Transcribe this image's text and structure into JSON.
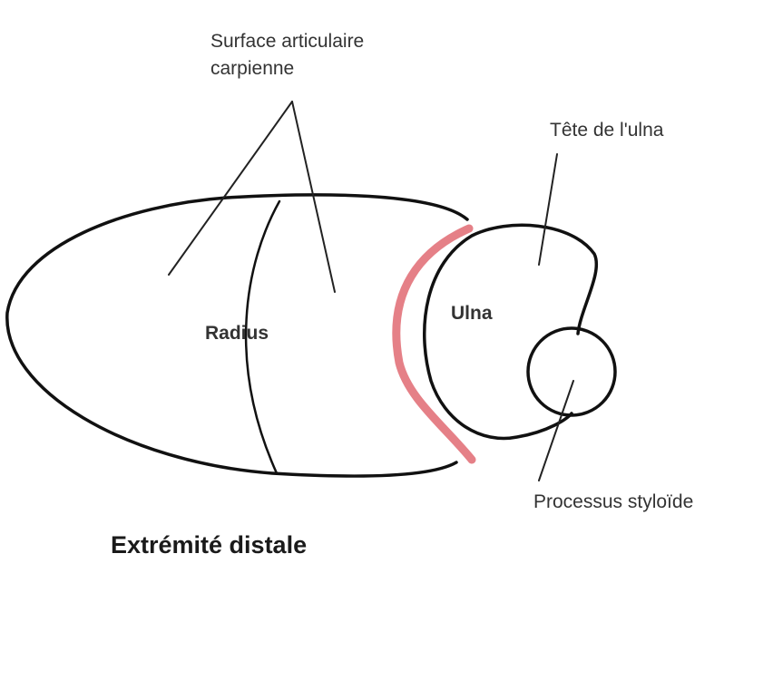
{
  "labels": {
    "surface_line1": "Surface articulaire",
    "surface_line2": "carpienne",
    "tete_ulna": "Tête de l'ulna",
    "radius": "Radius",
    "ulna": "Ulna",
    "processus": "Processus styloïde",
    "caption": "Extrémité distale"
  },
  "colors": {
    "highlight": "#e06a72"
  }
}
